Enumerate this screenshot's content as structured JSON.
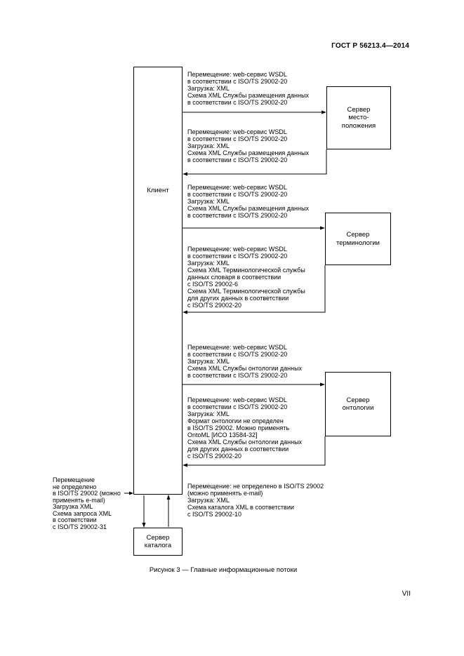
{
  "page": {
    "header": "ГОСТ Р 56213.4—2014",
    "caption": "Рисунок 3 — Главные информационные потоки",
    "page_number": "VII"
  },
  "colors": {
    "ink": "#000000",
    "paper": "#ffffff"
  },
  "diagram": {
    "nodes": {
      "client": {
        "label": "Клиент"
      },
      "location_server": {
        "label": [
          "Сервер",
          "место-",
          "положения"
        ]
      },
      "terminology_server": {
        "label": [
          "Сервер",
          "терминологии"
        ]
      },
      "ontology_server": {
        "label": [
          "Сервер",
          "онтологии"
        ]
      },
      "catalog_server": {
        "label": [
          "Сервер",
          "каталога"
        ]
      }
    },
    "annotations": {
      "client_to_location": [
        "Перемещение: web-сервис WSDL",
        "в соответствии с ISO/TS 29002-20",
        "Загрузка: XML",
        "Схема XML Службы размещения данных",
        "в соответствии с ISO/TS 29002-20"
      ],
      "location_to_client": [
        "Перемещение: web-сервис WSDL",
        "в соответствии с ISO/TS 29002-20",
        "Загрузка: XML",
        "Схема XML Службы размещения данных",
        "в соответствии с ISO/TS 29002-20"
      ],
      "client_to_terminology": [
        "Перемещение: web-сервис WSDL",
        "в соответствии с ISO/TS 29002-20",
        "Загрузка: XML",
        "Схема XML Службы размещения данных",
        "в соответствии с ISO/TS 29002-20"
      ],
      "terminology_to_client": [
        "Перемещение: web-сервис WSDL",
        "в соответствии с ISO/TS 29002-20",
        "Загрузка: XML",
        "Схема XML Терминологической службы",
        "данных словаря в соответствии",
        "с ISO/TS 29002-6",
        "Схема XML Терминологической службы",
        "для других данных в соответствии",
        "с ISO/TS 29002-20"
      ],
      "client_to_ontology": [
        "Перемещение: web-сервис WSDL",
        "в соответствии с ISO/TS 29002-20",
        "Загрузка: XML",
        "Схема XML Службы онтологии данных",
        "в соответствии с ISO/TS 29002-20"
      ],
      "ontology_to_client": [
        "Перемещение: web-сервис WSDL",
        "в соответствии с ISO/TS 29002-20",
        "Загрузка: XML",
        "Формат онтологии не определен",
        "в ISO/TS 29002. Можно применять",
        "OntoML [ИСО 13584-32]",
        "Схема XML Службы онтологии данных",
        "для других данных в соответствии",
        "с ISO/TS 29002-20"
      ],
      "catalog_to_client": [
        "Перемещение: не определено в ISO/TS 29002",
        "(можно применять e-mail)",
        "Загрузка: XML",
        "Схема каталога XML в соответствии",
        "с ISO/TS 29002-10"
      ],
      "client_to_catalog": [
        "Перемещение",
        "не определено",
        "в ISO/TS 29002 (можно",
        "применять e-mail)",
        "Загрузка XML",
        "Схема запроса XML",
        "в соответствии",
        "с ISO/TS 29002-31"
      ]
    }
  }
}
